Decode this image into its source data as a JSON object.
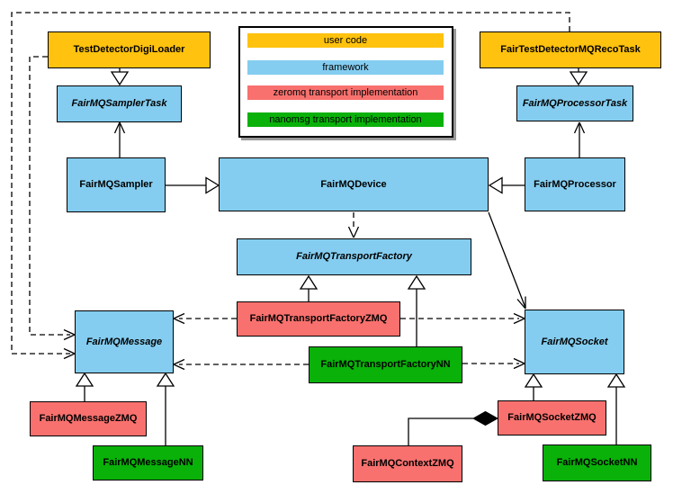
{
  "palette": {
    "user-code": "#FFC20E",
    "framework": "#84CDF0",
    "zeromq": "#F8716E",
    "nanomsg": "#09B109",
    "edge": "#000000",
    "legend-shadow": "#999999"
  },
  "legend": {
    "items": [
      {
        "label": "user code",
        "color": "#FFC20E"
      },
      {
        "label": "framework",
        "color": "#84CDF0"
      },
      {
        "label": "zeromq transport implementation",
        "color": "#F8716E"
      },
      {
        "label": "nanomsg transport implementation",
        "color": "#09B109"
      }
    ]
  },
  "nodes": {
    "digiLoader": {
      "label": "TestDetectorDigiLoader",
      "category": "user code"
    },
    "recoTask": {
      "label": "FairTestDetectorMQRecoTask",
      "category": "user code"
    },
    "samplerTask": {
      "label": "FairMQSamplerTask",
      "category": "framework",
      "abstract": true
    },
    "processorTask": {
      "label": "FairMQProcessorTask",
      "category": "framework",
      "abstract": true
    },
    "sampler": {
      "label": "FairMQSampler",
      "category": "framework"
    },
    "device": {
      "label": "FairMQDevice",
      "category": "framework"
    },
    "processor": {
      "label": "FairMQProcessor",
      "category": "framework"
    },
    "transportFactory": {
      "label": "FairMQTransportFactory",
      "category": "framework",
      "abstract": true
    },
    "transportFactoryZMQ": {
      "label": "FairMQTransportFactoryZMQ",
      "category": "zeromq"
    },
    "transportFactoryNN": {
      "label": "FairMQTransportFactoryNN",
      "category": "nanomsg"
    },
    "message": {
      "label": "FairMQMessage",
      "category": "framework",
      "abstract": true
    },
    "socket": {
      "label": "FairMQSocket",
      "category": "framework",
      "abstract": true
    },
    "messageZMQ": {
      "label": "FairMQMessageZMQ",
      "category": "zeromq"
    },
    "messageNN": {
      "label": "FairMQMessageNN",
      "category": "nanomsg"
    },
    "socketZMQ": {
      "label": "FairMQSocketZMQ",
      "category": "zeromq"
    },
    "socketNN": {
      "label": "FairMQSocketNN",
      "category": "nanomsg"
    },
    "contextZMQ": {
      "label": "FairMQContextZMQ",
      "category": "zeromq"
    }
  }
}
